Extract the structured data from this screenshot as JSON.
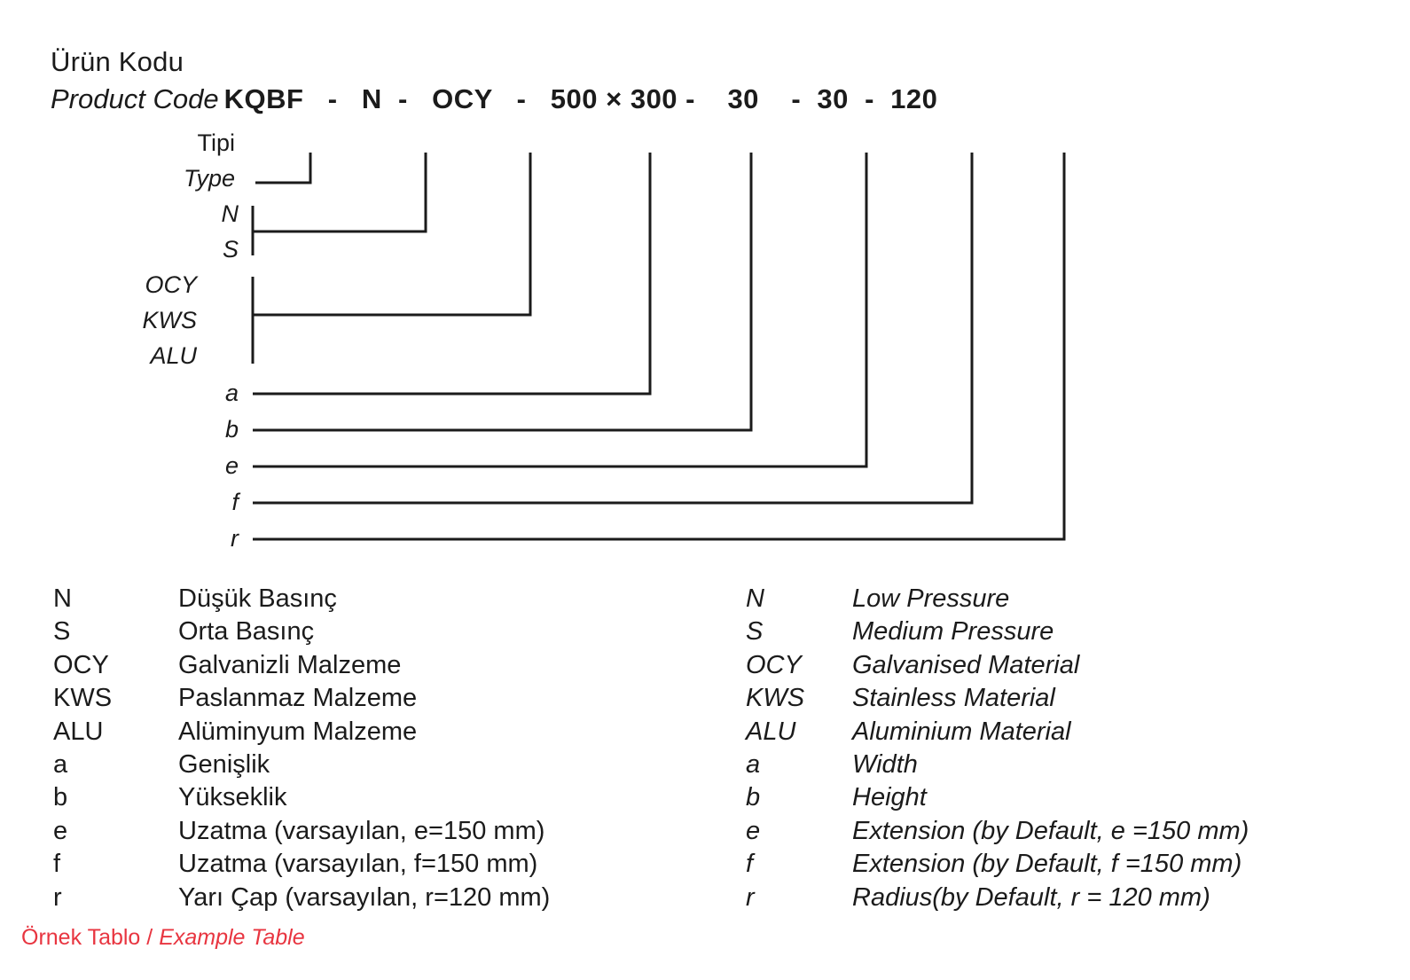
{
  "header": {
    "title_tr": "Ürün Kodu",
    "title_en": "Product Code",
    "code": "KQBF   -   N  -   OCY   -   500 × 300 -    30    -  30  -  120"
  },
  "leaders": [
    {
      "id": "type",
      "label_tr": "Tipi",
      "label_en": "Type"
    },
    {
      "id": "n",
      "label": "N"
    },
    {
      "id": "s",
      "label": "S"
    },
    {
      "id": "ocy",
      "label": "OCY"
    },
    {
      "id": "kws",
      "label": "KWS"
    },
    {
      "id": "alu",
      "label": "ALU"
    },
    {
      "id": "a",
      "label": "a"
    },
    {
      "id": "b",
      "label": "b"
    },
    {
      "id": "e",
      "label": "e"
    },
    {
      "id": "f",
      "label": "f"
    },
    {
      "id": "r",
      "label": "r"
    }
  ],
  "legend_tr": {
    "rows": [
      {
        "key": "N",
        "desc": "Düşük Basınç"
      },
      {
        "key": "S",
        "desc": "Orta Basınç"
      },
      {
        "key": "OCY",
        "desc": "Galvanizli Malzeme"
      },
      {
        "key": "KWS",
        "desc": "Paslanmaz Malzeme"
      },
      {
        "key": "ALU",
        "desc": "Alüminyum Malzeme"
      },
      {
        "key": "a",
        "desc": "Genişlik"
      },
      {
        "key": "b",
        "desc": "Yükseklik"
      },
      {
        "key": "e",
        "desc": "Uzatma (varsayılan, e=150 mm)"
      },
      {
        "key": "f",
        "desc": "Uzatma (varsayılan, f=150 mm)"
      },
      {
        "key": "r",
        "desc": "Yarı Çap (varsayılan, r=120 mm)"
      }
    ]
  },
  "legend_en": {
    "rows": [
      {
        "key": "N",
        "desc": "Low Pressure"
      },
      {
        "key": "S",
        "desc": "Medium Pressure"
      },
      {
        "key": "OCY",
        "desc": "Galvanised Material"
      },
      {
        "key": "KWS",
        "desc": "Stainless Material"
      },
      {
        "key": "ALU",
        "desc": "Aluminium Material"
      },
      {
        "key": "a",
        "desc": "Width"
      },
      {
        "key": "b",
        "desc": "Height"
      },
      {
        "key": "e",
        "desc": "Extension (by Default, e =150 mm)"
      },
      {
        "key": "f",
        "desc": "Extension (by Default, f =150 mm)"
      },
      {
        "key": "r",
        "desc": "Radius(by Default, r = 120 mm)"
      }
    ]
  },
  "caption": {
    "tr": "Örnek Tablo",
    "sep": " / ",
    "en": "Example Table",
    "color": "#e83540"
  }
}
